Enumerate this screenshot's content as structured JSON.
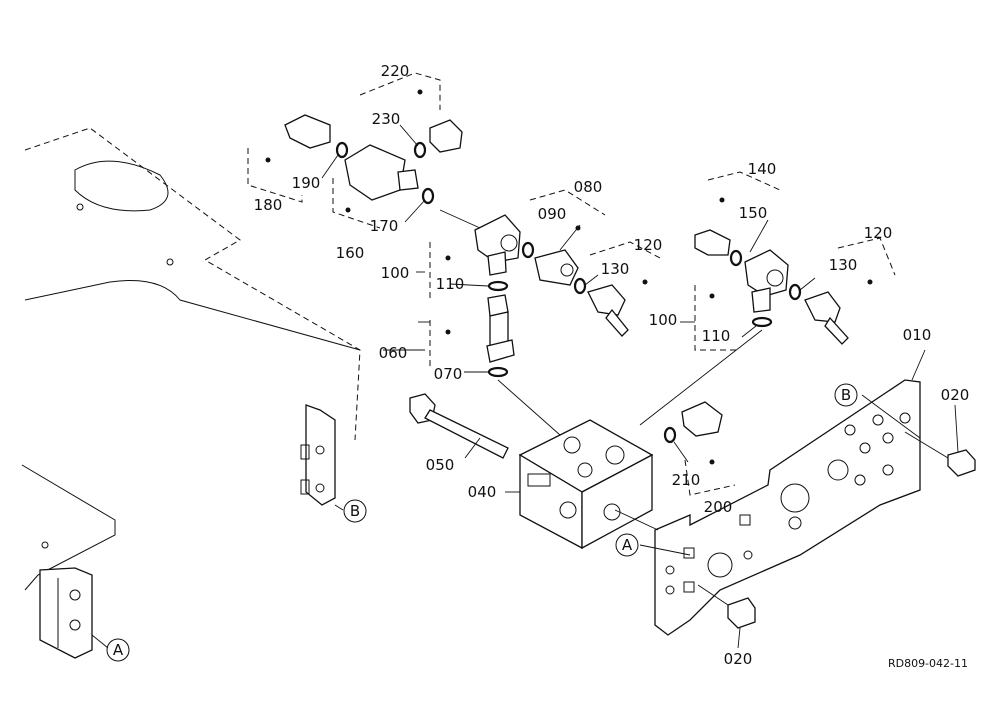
{
  "diagram": {
    "part_labels": {
      "p010": "010",
      "p020a": "020",
      "p020b": "020",
      "p040": "040",
      "p050": "050",
      "p060": "060",
      "p070": "070",
      "p080": "080",
      "p090": "090",
      "p100a": "100",
      "p100b": "100",
      "p110a": "110",
      "p110b": "110",
      "p120a": "120",
      "p120b": "120",
      "p130a": "130",
      "p130b": "130",
      "p140": "140",
      "p150": "150",
      "p160": "160",
      "p170": "170",
      "p180": "180",
      "p190": "190",
      "p200": "200",
      "p210": "210",
      "p220": "220",
      "p230": "230"
    },
    "callouts": {
      "a1": "A",
      "a2": "A",
      "b1": "B",
      "b2": "B"
    },
    "reference_code": "RD809-042-11"
  }
}
